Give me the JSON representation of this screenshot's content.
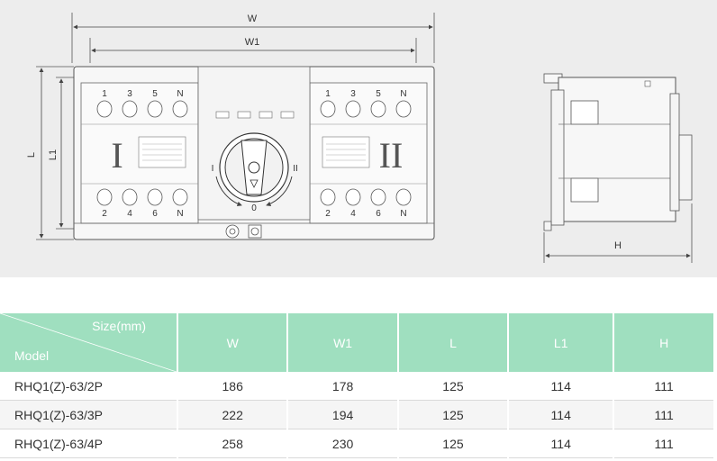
{
  "drawing": {
    "dims": {
      "W": "W",
      "W1": "W1",
      "L": "L",
      "L1": "L1",
      "H": "H"
    },
    "terminals_top": [
      "1",
      "3",
      "5",
      "N"
    ],
    "terminals_bottom": [
      "2",
      "4",
      "6",
      "N"
    ],
    "roman_left": "I",
    "roman_right": "II",
    "knob_positions": {
      "left": "I",
      "right": "II",
      "bottom": "0"
    }
  },
  "table": {
    "header_size": "Size(mm)",
    "header_model": "Model",
    "columns": [
      "W",
      "W1",
      "L",
      "L1",
      "H"
    ],
    "rows": [
      {
        "model": "RHQ1(Z)-63/2P",
        "values": [
          "186",
          "178",
          "125",
          "114",
          "111"
        ]
      },
      {
        "model": "RHQ1(Z)-63/3P",
        "values": [
          "222",
          "194",
          "125",
          "114",
          "111"
        ]
      },
      {
        "model": "RHQ1(Z)-63/4P",
        "values": [
          "258",
          "230",
          "125",
          "114",
          "111"
        ]
      }
    ]
  },
  "colors": {
    "header_bg": "#9fdfbf",
    "drawing_bg": "#ededed"
  }
}
